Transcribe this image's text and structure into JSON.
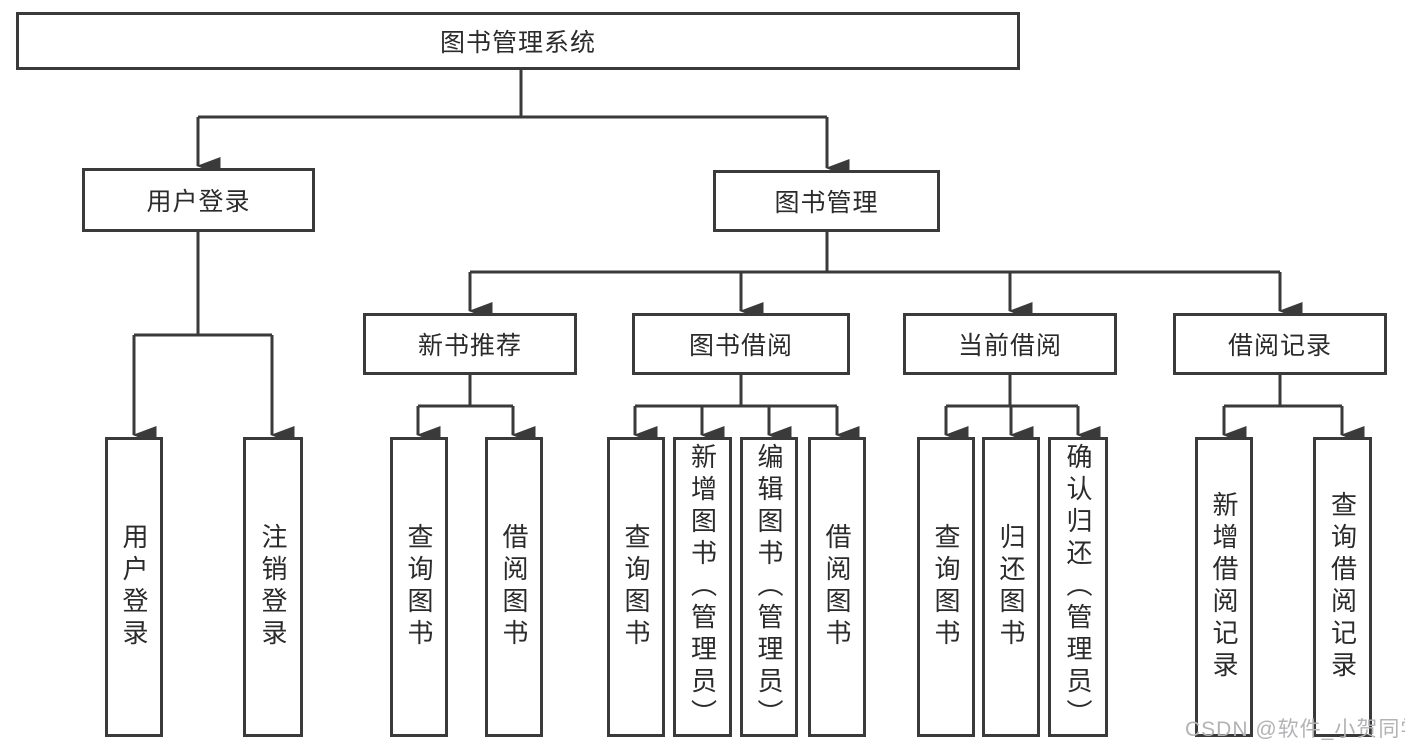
{
  "diagram": {
    "title": "图书管理系统",
    "level2": {
      "user_login": "用户登录",
      "book_mgmt": "图书管理"
    },
    "level3": {
      "new_book_rec": "新书推荐",
      "book_borrow": "图书借阅",
      "current_borrow": "当前借阅",
      "borrow_records": "借阅记录"
    },
    "leaves": {
      "user_login": [
        "用户登录",
        "注销登录"
      ],
      "new_book_rec": [
        "查询图书",
        "借阅图书"
      ],
      "book_borrow": [
        "查询图书",
        "新增图书（管理员）",
        "编辑图书（管理员）",
        "借阅图书"
      ],
      "current_borrow": [
        "查询图书",
        "归还图书",
        "确认归还（管理员）"
      ],
      "borrow_records": [
        "新增借阅记录",
        "查询借阅记录"
      ]
    }
  },
  "watermark": {
    "text": "CSDN @软件_小贺同学"
  },
  "colors": {
    "line": "#3a3a3a",
    "box_border": "#3a3a3a",
    "text": "#2b2b2b",
    "watermark": "#b3b3b6",
    "background": "#ffffff"
  }
}
